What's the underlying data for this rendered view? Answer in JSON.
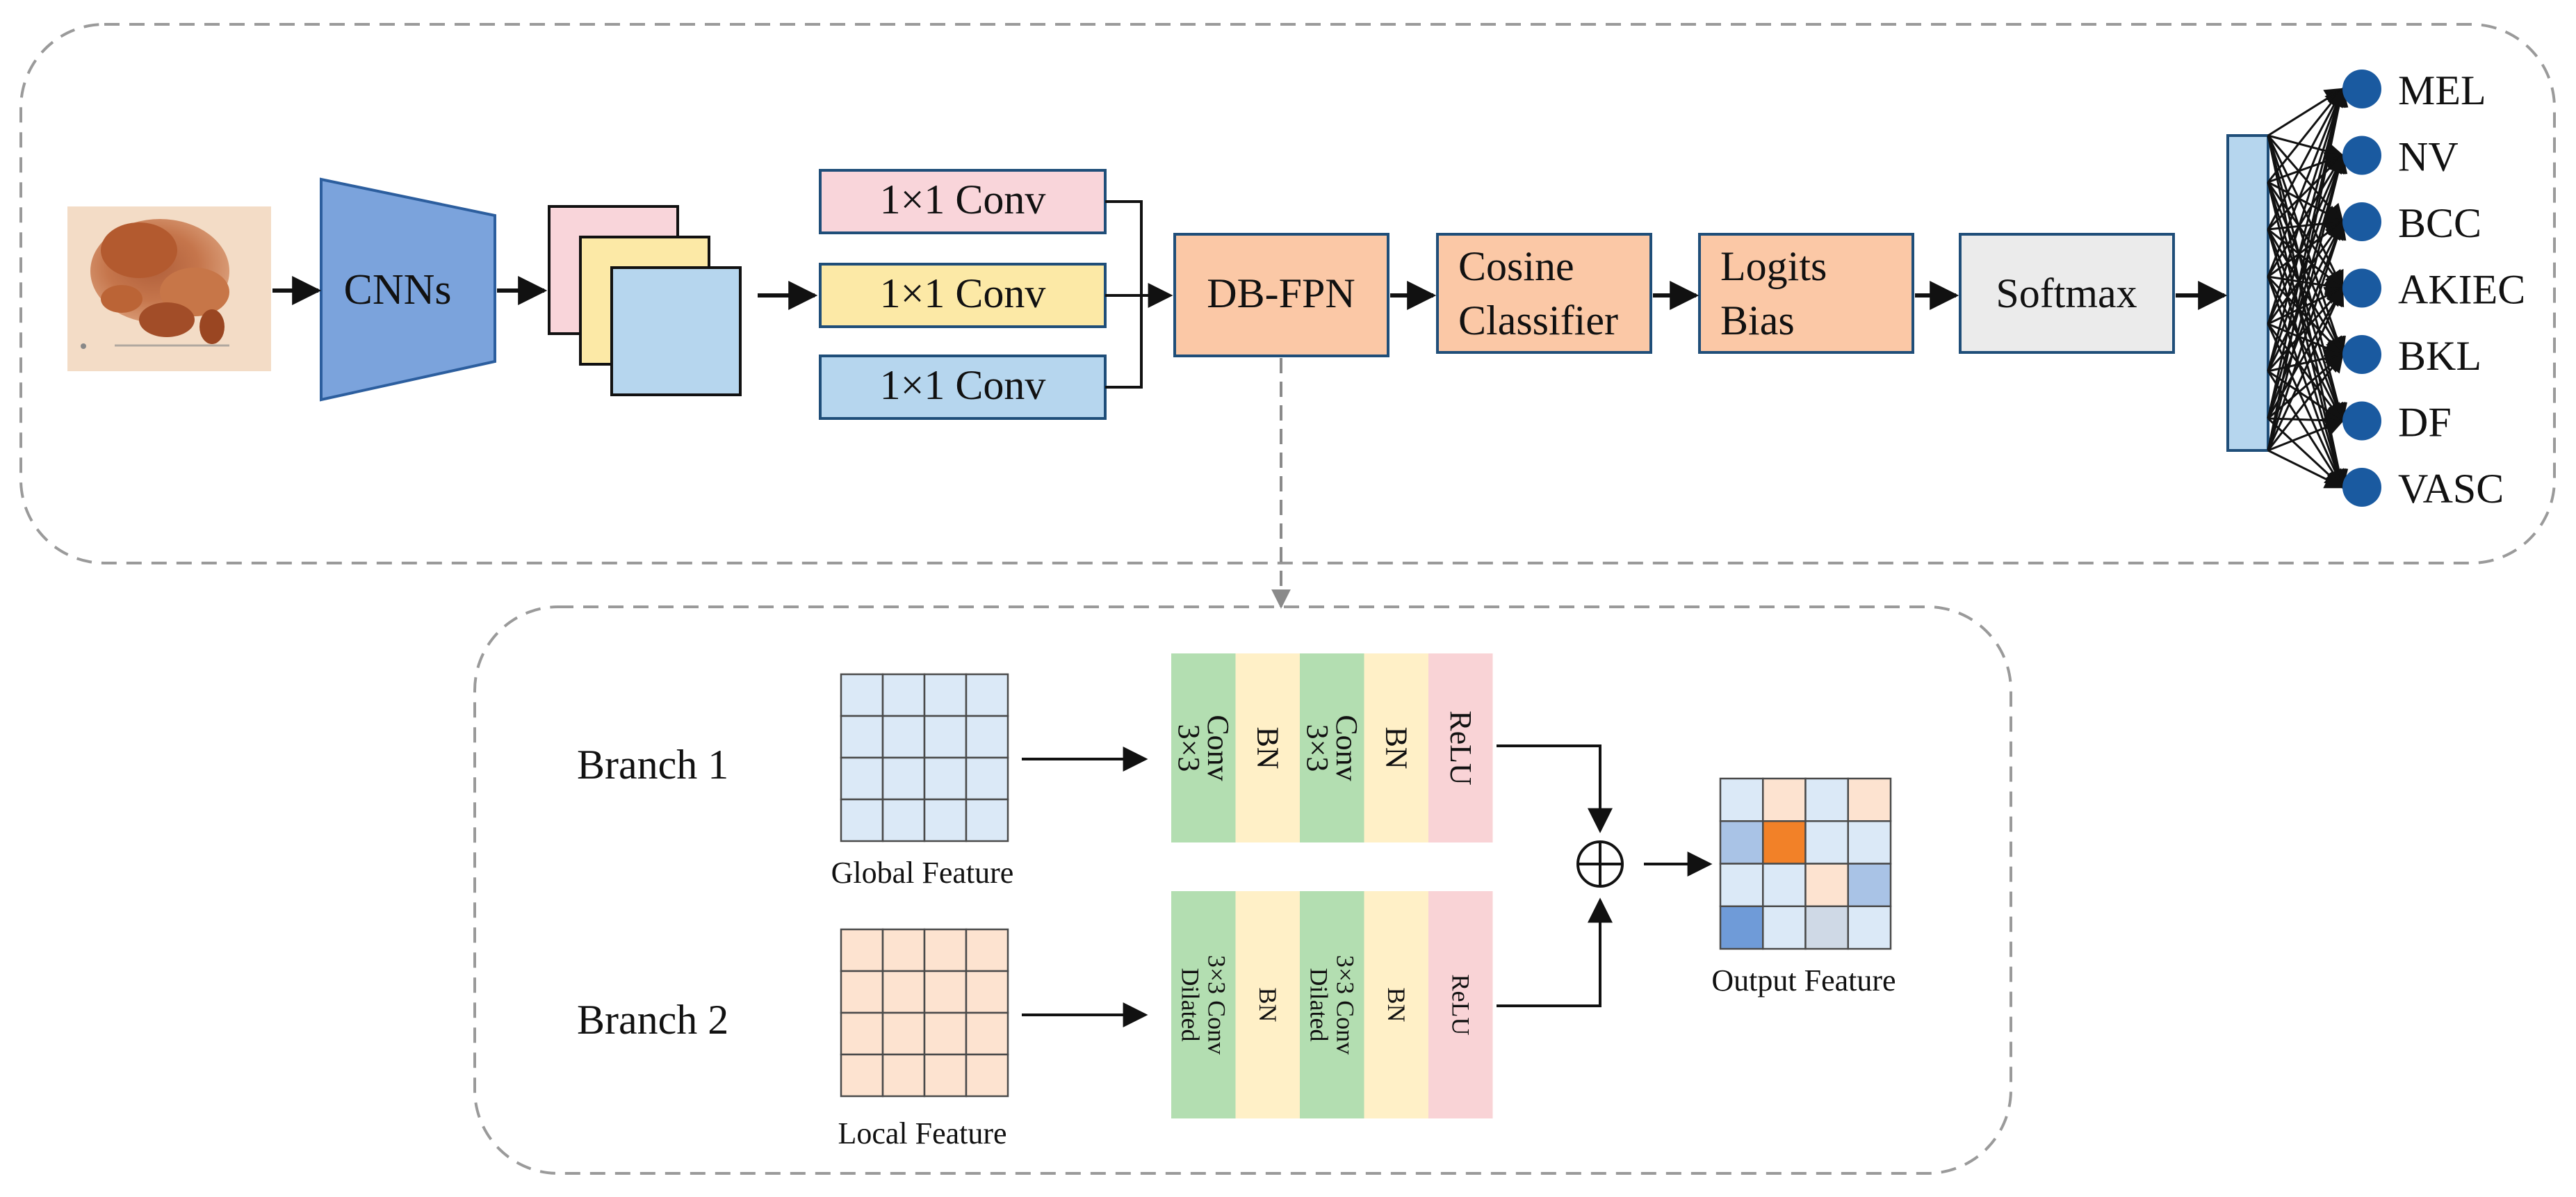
{
  "colors": {
    "pink": "#f9d5da",
    "yellow": "#fce9a6",
    "blue": "#b6d6ee",
    "orange": "#fbc8a6",
    "grey": "#ebebeb",
    "green": "#b3deb1",
    "cream": "#fff0c7",
    "lightpink": "#f9d3d6",
    "cnn": "#7ba3dc",
    "node": "#1a5aa0",
    "accent_orange": "#f28128",
    "cell_blue": "#dbe9f7",
    "cell_peach": "#fde3d0",
    "cell_mid_blue": "#a9c3e6",
    "cell_dark_blue": "#6f9bd8",
    "cell_grey_blue": "#cfd9e6"
  },
  "pipeline": {
    "input_image": "dermoscopic-lesion-image",
    "cnn_label": "CNNs",
    "conv_labels": [
      "1×1 Conv",
      "1×1 Conv",
      "1×1 Conv"
    ],
    "dbfpn_label": "DB-FPN",
    "cosine_label_1": "Cosine",
    "cosine_label_2": "Classifier",
    "logits_label_1": "Logits",
    "logits_label_2": "Bias",
    "softmax_label": "Softmax"
  },
  "classes": [
    "MEL",
    "NV",
    "BCC",
    "AKIEC",
    "BKL",
    "DF",
    "VASC"
  ],
  "detail": {
    "branch1_label": "Branch 1",
    "branch2_label": "Branch 2",
    "global_feature_label": "Global Feature",
    "local_feature_label": "Local Feature",
    "output_feature_label": "Output Feature",
    "branch1_blocks": [
      {
        "lines": [
          "3×3",
          "Conv"
        ],
        "color": "green"
      },
      {
        "lines": [
          "BN"
        ],
        "color": "cream"
      },
      {
        "lines": [
          "3×3",
          "Conv"
        ],
        "color": "green"
      },
      {
        "lines": [
          "BN"
        ],
        "color": "cream"
      },
      {
        "lines": [
          "ReLU"
        ],
        "color": "lightpink"
      }
    ],
    "branch2_blocks": [
      {
        "lines": [
          "Dilated",
          "3×3 Conv"
        ],
        "color": "green"
      },
      {
        "lines": [
          "BN"
        ],
        "color": "cream"
      },
      {
        "lines": [
          "Dilated",
          "3×3 Conv"
        ],
        "color": "green"
      },
      {
        "lines": [
          "BN"
        ],
        "color": "cream"
      },
      {
        "lines": [
          "ReLU"
        ],
        "color": "lightpink"
      }
    ],
    "sum_symbol": "⊕",
    "output_grid": [
      [
        "cell_blue",
        "cell_peach",
        "cell_blue",
        "cell_peach"
      ],
      [
        "cell_mid_blue",
        "accent_orange",
        "cell_blue",
        "cell_blue"
      ],
      [
        "cell_blue",
        "cell_blue",
        "cell_peach",
        "cell_mid_blue"
      ],
      [
        "cell_dark_blue",
        "cell_blue",
        "cell_grey_blue",
        "cell_blue"
      ]
    ]
  }
}
